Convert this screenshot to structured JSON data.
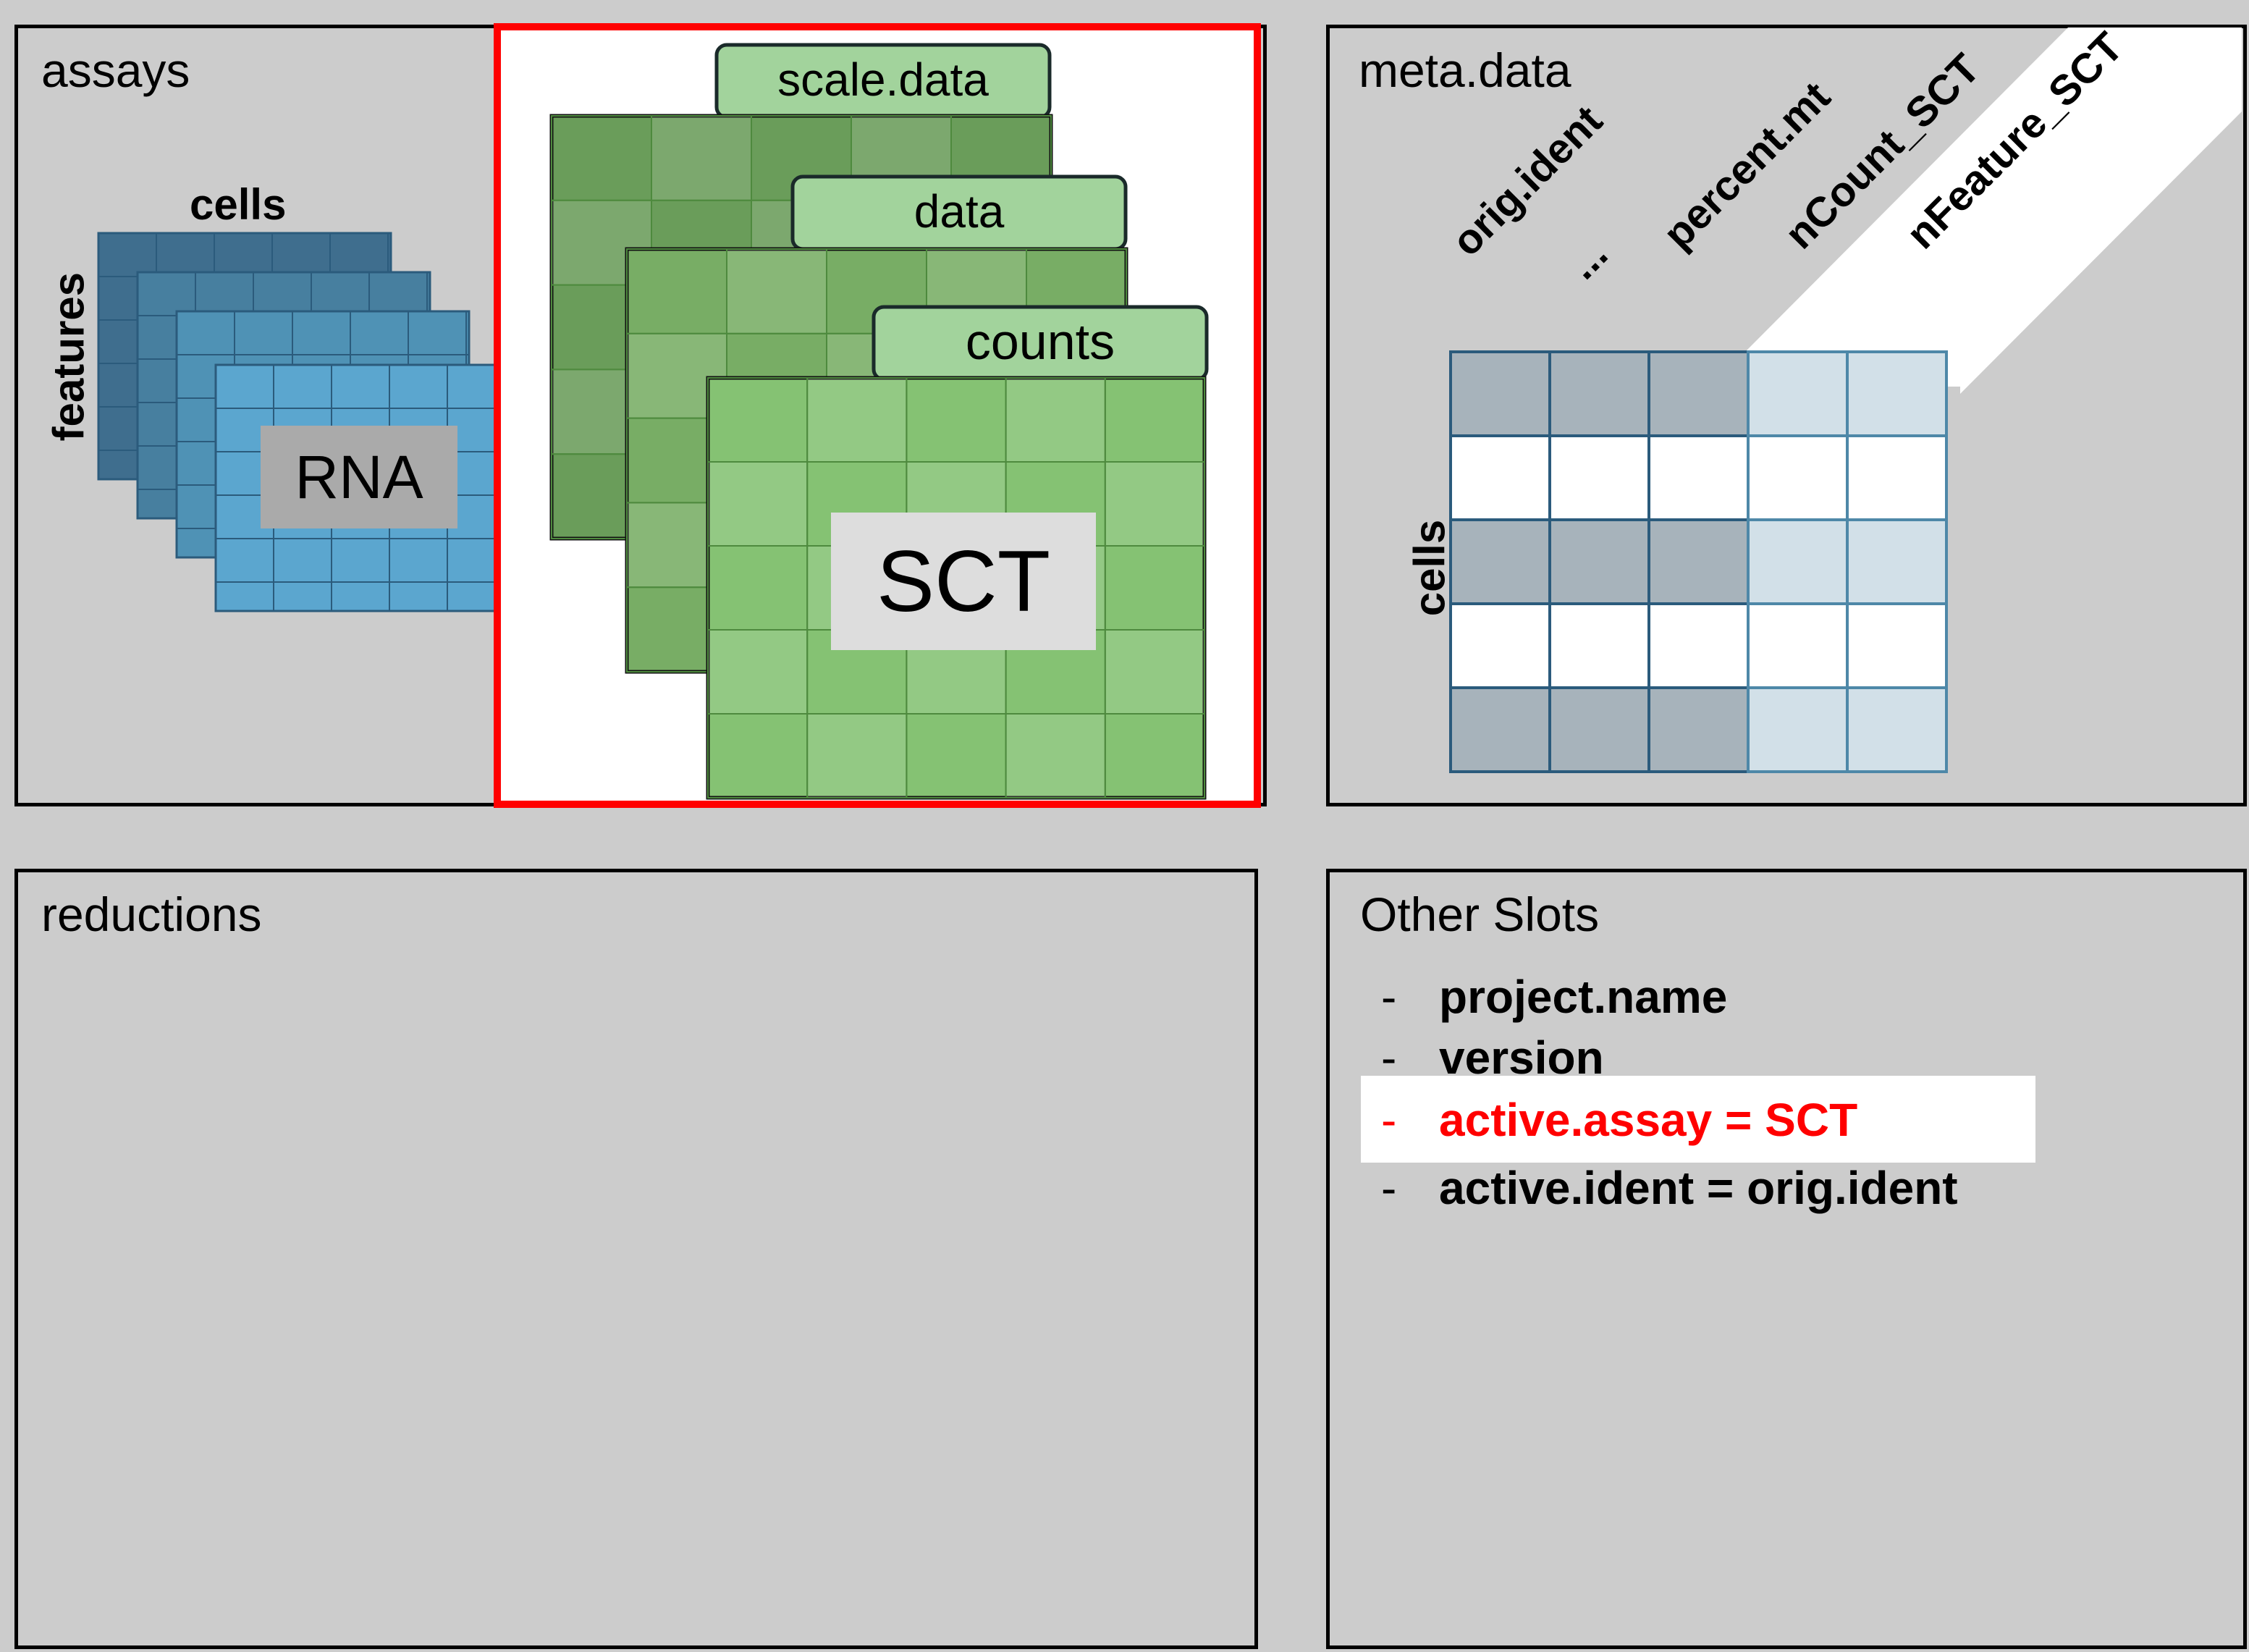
{
  "panels": {
    "assays": {
      "title": "assays",
      "rna": {
        "label": "RNA",
        "cells_label": "cells",
        "features_label": "features"
      },
      "sct": {
        "label": "SCT",
        "layers": [
          {
            "tab": "scale.data"
          },
          {
            "tab": "data"
          },
          {
            "tab": "counts"
          }
        ]
      }
    },
    "meta_data": {
      "title": "meta.data",
      "columns": [
        "orig.ident",
        "...",
        "percent.mt",
        "nCount_SCT",
        "nFeature_SCT"
      ],
      "cells_label": "cells"
    },
    "reductions": {
      "title": "reductions"
    },
    "other_slots": {
      "title": "Other Slots",
      "items": [
        {
          "dash": "-",
          "text": "project.name",
          "highlight": false
        },
        {
          "dash": "-",
          "text": "version",
          "highlight": false
        },
        {
          "dash": "-",
          "text": "active.assay = SCT",
          "highlight": true
        },
        {
          "dash": "-",
          "text": "active.ident = orig.ident",
          "highlight": false
        }
      ]
    }
  },
  "colors": {
    "highlight": "#ff0000",
    "rna_blue": "#4a8fbf",
    "sct_green": "#7cbd6a",
    "tab_green": "#a2d39c",
    "meta_dark": "#a7b3bb",
    "meta_light": "#d2e0e8"
  }
}
